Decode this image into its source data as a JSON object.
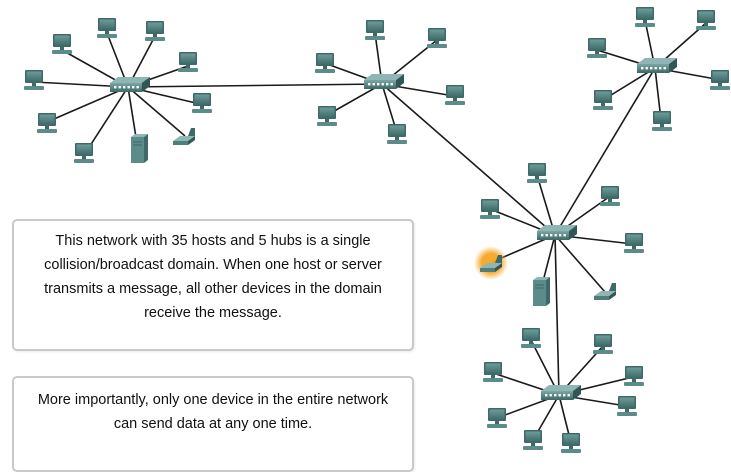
{
  "callouts": {
    "broadcast_domain": "This network with 35 hosts and 5 hubs is a single collision/broadcast domain. When one host or server transmits a message, all other devices in the domain receive the message.",
    "one_sender": "More importantly, only one device in the entire network can send data at any one time."
  },
  "colors": {
    "background": "#ffffff",
    "link": "#1a1a1a",
    "device": "#5c8c8a",
    "device_dark": "#3e6968",
    "hub_port": "#ffffff",
    "highlight": "#f5a623",
    "box_border": "#c9c9c9"
  },
  "diagram": {
    "device_types": [
      "hub",
      "pc",
      "server",
      "laptop"
    ],
    "highlighted_device": "laptop"
  }
}
